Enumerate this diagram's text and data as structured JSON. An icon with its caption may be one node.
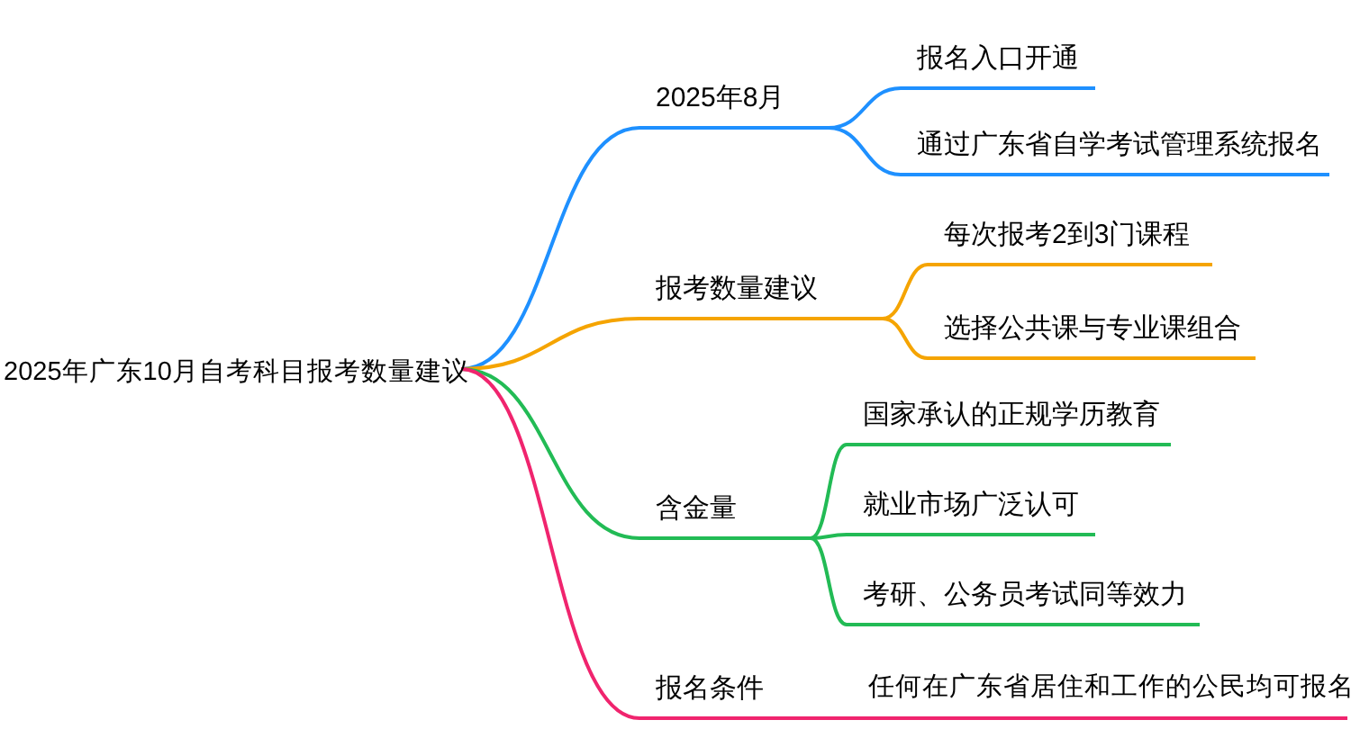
{
  "diagram": {
    "nodes": [
      {
        "text": [
          "2025年广东10月自考科目报考数量建议"
        ]
      },
      {
        "text": [
          "2025年8月"
        ]
      },
      {
        "text": [
          "报名入口开通"
        ]
      },
      {
        "text": [
          "通过广东省自学考试管理系统报名"
        ]
      },
      {
        "text": [
          "报考数量建议"
        ]
      },
      {
        "text": [
          "每次报考2到3门课程"
        ]
      },
      {
        "text": [
          "选择公共课与专业课组合"
        ]
      },
      {
        "text": [
          "含金量"
        ]
      },
      {
        "text": [
          "国家承认的正规学历教育"
        ]
      },
      {
        "text": [
          "就业市场广泛认可"
        ]
      },
      {
        "text": [
          "考研、公务员考试同等效力"
        ]
      },
      {
        "text": [
          "报名条件"
        ]
      },
      {
        "text": [
          "任何在广东省居住和工作的公民均可报名"
        ]
      }
    ],
    "edges": [
      {
        "from": 0,
        "to": 1,
        "arrow": "none",
        "color": "#1e90ff"
      },
      {
        "from": 1,
        "to": 2,
        "arrow": "none",
        "color": "#1e90ff"
      },
      {
        "from": 1,
        "to": 3,
        "arrow": "none",
        "color": "#1e90ff"
      },
      {
        "from": 0,
        "to": 4,
        "arrow": "none",
        "color": "#f5a400"
      },
      {
        "from": 4,
        "to": 5,
        "arrow": "none",
        "color": "#f5a400"
      },
      {
        "from": 4,
        "to": 6,
        "arrow": "none",
        "color": "#f5a400"
      },
      {
        "from": 0,
        "to": 7,
        "arrow": "none",
        "color": "#22bb55"
      },
      {
        "from": 7,
        "to": 8,
        "arrow": "none",
        "color": "#22bb55"
      },
      {
        "from": 7,
        "to": 9,
        "arrow": "none",
        "color": "#22bb55"
      },
      {
        "from": 7,
        "to": 10,
        "arrow": "none",
        "color": "#22bb55"
      },
      {
        "from": 0,
        "to": 11,
        "arrow": "none",
        "color": "#f0246e"
      },
      {
        "from": 11,
        "to": 12,
        "arrow": "none",
        "color": "#f0246e"
      }
    ]
  }
}
